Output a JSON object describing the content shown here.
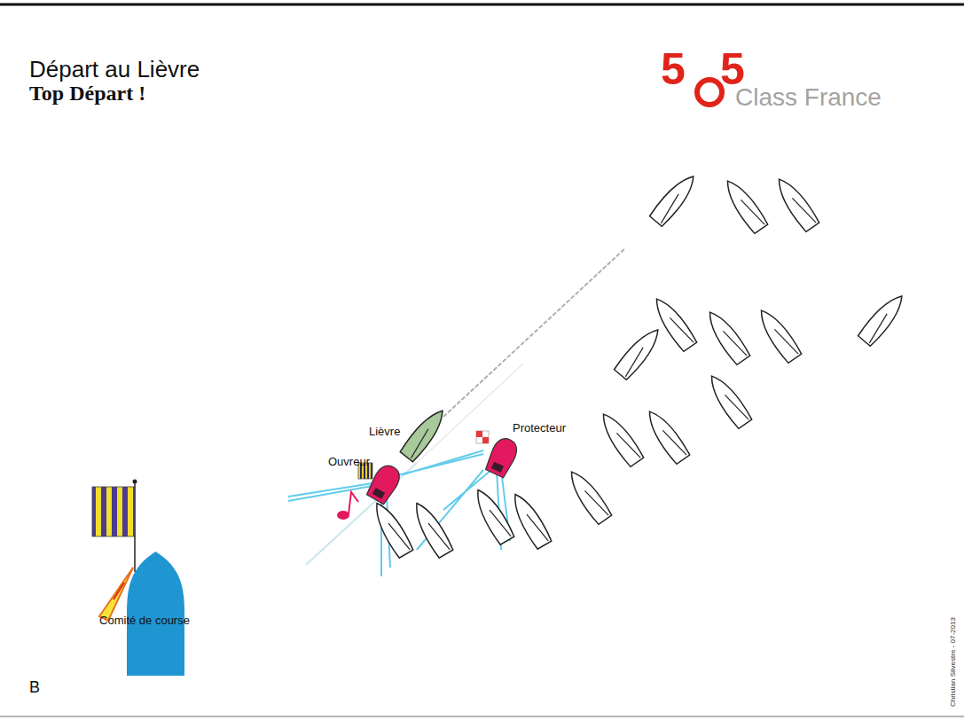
{
  "diagram": {
    "title": "Départ au Lièvre",
    "nodes": [
      {
        "text": [
          "Comité de course"
        ]
      }
    ],
    "labels": [
      "Top Départ !",
      "5",
      "5",
      "Class France",
      "Lièvre",
      "Ouvreur",
      "Protecteur",
      "B",
      "Christian Silvestre - 07-2013"
    ]
  }
}
